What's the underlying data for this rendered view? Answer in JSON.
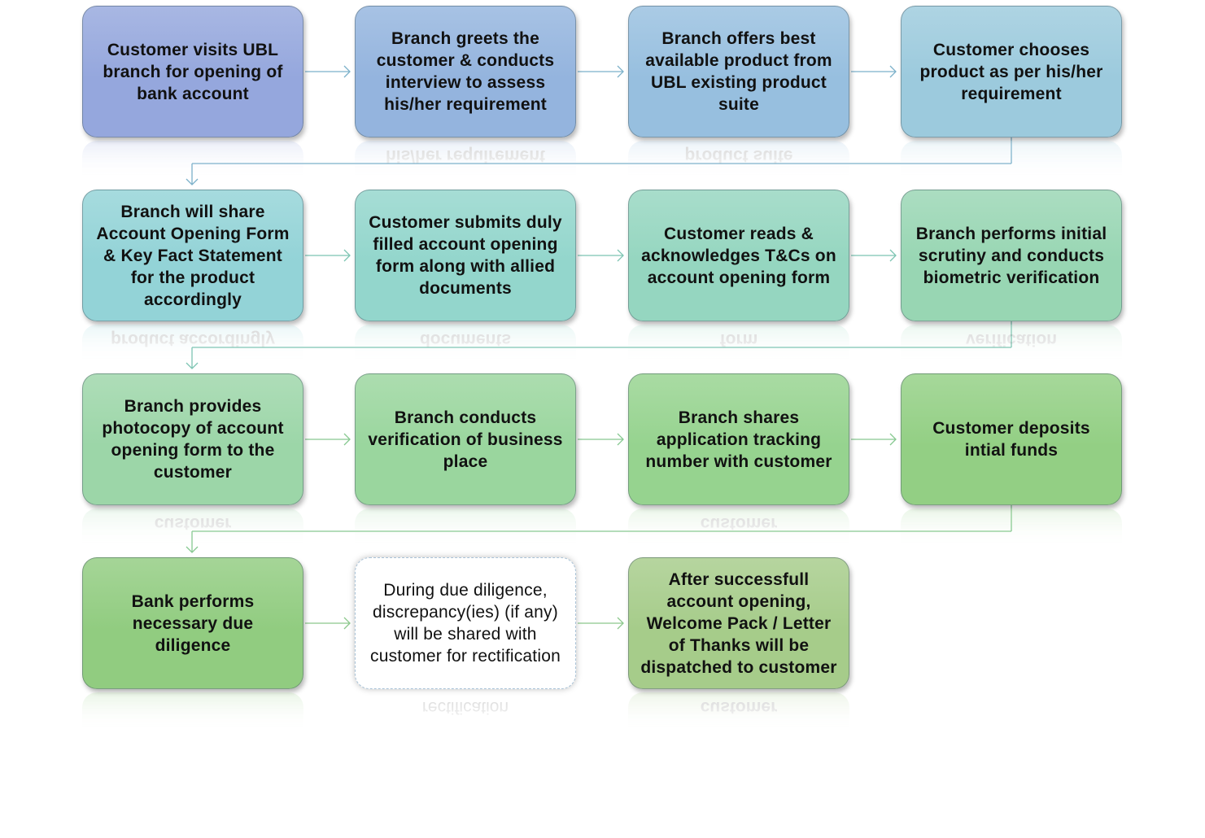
{
  "steps": [
    {
      "text": "Customer visits UBL branch for opening of bank account",
      "reflect": ""
    },
    {
      "text": "Branch greets the customer & conducts interview to assess his/her requirement",
      "reflect": "his/her requirement"
    },
    {
      "text": "Branch offers best available product from UBL existing product suite",
      "reflect": "product suite"
    },
    {
      "text": "Customer chooses product as per his/her requirement",
      "reflect": ""
    },
    {
      "text": "Branch will share Account Opening Form & Key Fact Statement for the product accordingly",
      "reflect": "product accordingly"
    },
    {
      "text": "Customer submits duly filled account opening form along with allied documents",
      "reflect": "documents"
    },
    {
      "text": "Customer reads & acknowledges T&Cs on account opening form",
      "reflect": "form"
    },
    {
      "text": "Branch performs initial scrutiny and conducts biometric verification",
      "reflect": "verification"
    },
    {
      "text": "Branch provides photocopy of account opening form to the customer",
      "reflect": "customer"
    },
    {
      "text": "Branch conducts verification of business place",
      "reflect": ""
    },
    {
      "text": "Branch shares application tracking number with customer",
      "reflect": "customer"
    },
    {
      "text": "Customer deposits intial funds",
      "reflect": ""
    },
    {
      "text": "Bank performs necessary due diligence",
      "reflect": ""
    },
    {
      "text": "During due diligence, discrepancy(ies) (if any) will be shared with customer for rectification",
      "reflect": "rectification",
      "style": "plain"
    },
    {
      "text": "After successfull account opening, Welcome Pack / Letter of Thanks will be dispatched to customer",
      "reflect": "customer"
    }
  ],
  "colors": {
    "row1": [
      "#95a7dd",
      "#94b4de",
      "#97bfdf",
      "#9ccadd"
    ],
    "row2": [
      "#93d3d7",
      "#93d6cc",
      "#95d6c0",
      "#98d6b3"
    ],
    "row3": [
      "#9cd6a8",
      "#9ad69e",
      "#96d38f",
      "#93cf84"
    ],
    "row4": [
      "#91cc80",
      "#ffffff",
      "#a6cc8a"
    ],
    "connector_row1": "#7bb0c9",
    "connector_row2": "#7cc4b2",
    "connector_row3": "#86c890",
    "connector_row4": "#8cc88c"
  }
}
